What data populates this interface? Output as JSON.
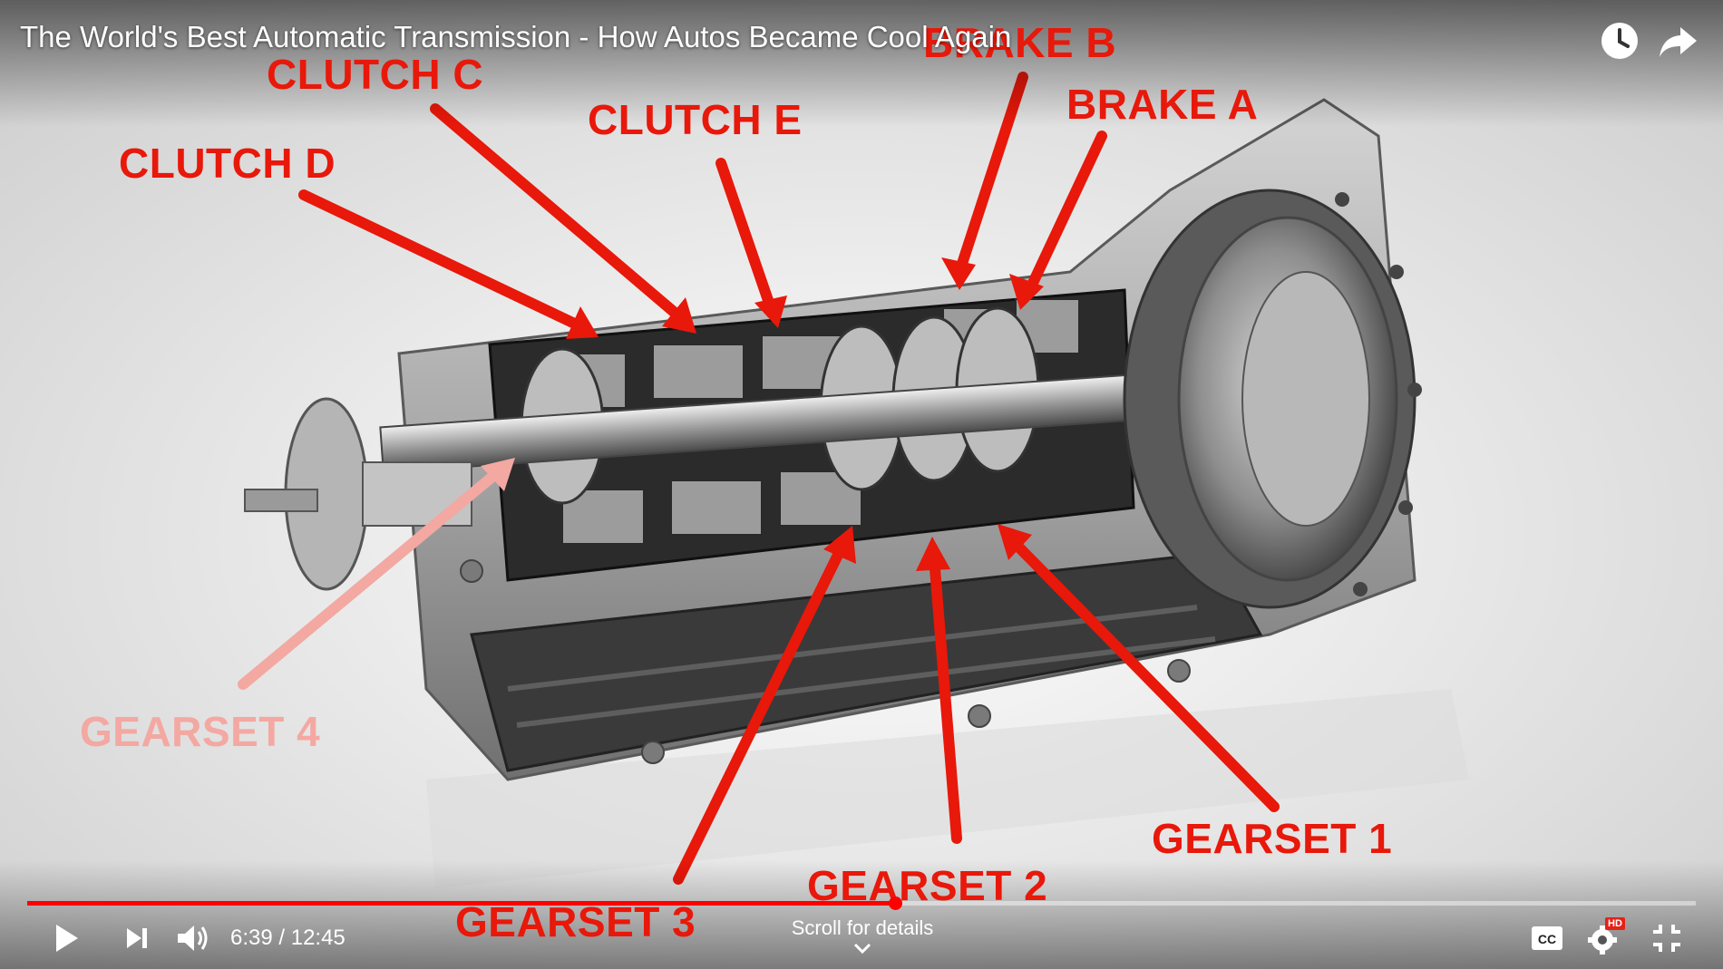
{
  "video": {
    "title": "The World's Best Automatic Transmission - How Autos Became Cool Again"
  },
  "overlay_labels": [
    "BRAKE B",
    "CLUTCH C",
    "BRAKE A",
    "CLUTCH E",
    "CLUTCH D",
    "GEARSET 4",
    "GEARSET 1",
    "GEARSET 2",
    "GEARSET 3"
  ],
  "controls": {
    "time_display": "6:39 / 12:45",
    "scroll_hint": "Scroll for details",
    "hd_badge": "HD",
    "progress_fraction": 0.52
  },
  "icons": {
    "top_right": [
      "watch-later-icon",
      "share-icon"
    ],
    "bottom_left": [
      "play-icon",
      "next-icon",
      "volume-icon"
    ],
    "bottom_right": [
      "captions-icon",
      "settings-icon",
      "exit-fullscreen-icon"
    ]
  },
  "colors": {
    "label_red": "#e8180a",
    "progress_red": "#ff0000"
  }
}
